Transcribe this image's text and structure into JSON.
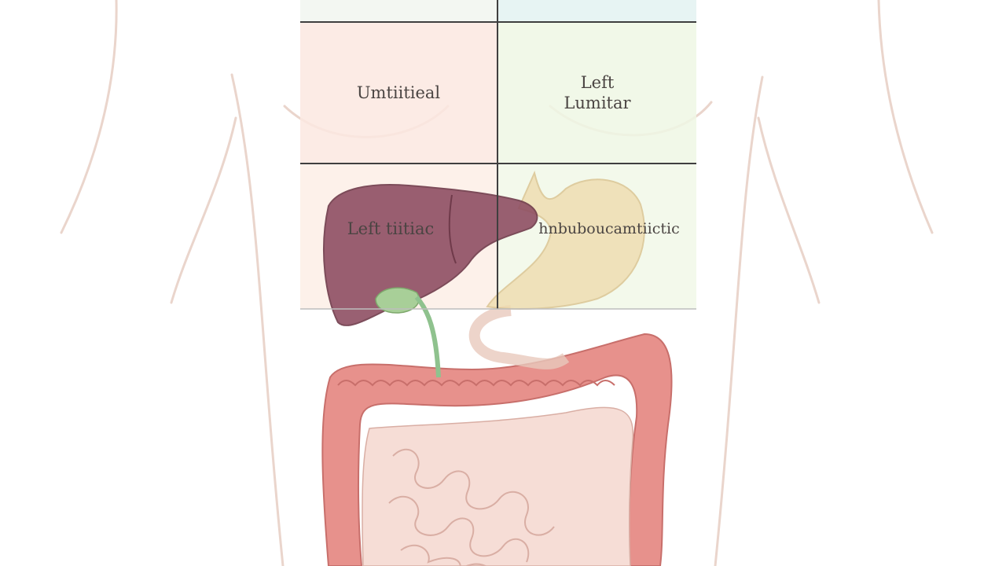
{
  "regions": {
    "top_left": {
      "label": "Umtiitieal",
      "color": "#fbe7e0"
    },
    "top_right": {
      "label": "Left\nLumitar",
      "color": "#eef7e4"
    },
    "middle_left": {
      "label": "Left tiitiac",
      "color": "#fdeee6"
    },
    "middle_right": {
      "label": "hnbuboucamtiictic",
      "color": "#f1f8e8"
    },
    "strip_left_color": "#f3f7f2",
    "strip_right_color": "#e7f4f3"
  },
  "organs": {
    "liver": "#8f4f63",
    "gallbladder": "#a8cf98",
    "stomach": "#efdcae",
    "large_intestine": "#e7918c",
    "small_intestine": "#f6ddd6"
  },
  "colors": {
    "body_outline": "#ead5cc",
    "grid_line": "#3f3f3f"
  }
}
